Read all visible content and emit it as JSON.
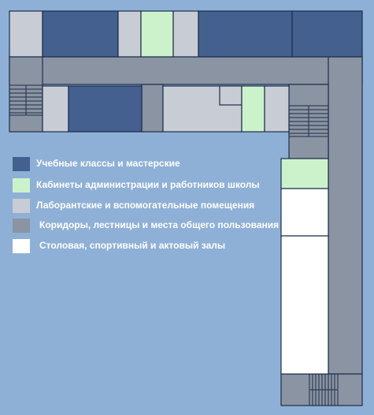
{
  "colors": {
    "background": "#8fb0d6",
    "classrooms": "#43608f",
    "admin": "#ccf2cc",
    "lab": "#c8ccd4",
    "corridor": "#8a94a2",
    "hall": "#ffffff",
    "outline": "#1e2d4a"
  },
  "legend": [
    {
      "key": "classrooms",
      "label": "Учебные классы  и мастерские"
    },
    {
      "key": "admin",
      "label": "Кабинеты администрации и работников школы"
    },
    {
      "key": "lab",
      "label": "Лаборантские и вспомогательные помещения"
    },
    {
      "key": "corridor",
      "label": "Коридоры, лестницы и места общего пользования"
    },
    {
      "key": "hall",
      "label": "Столовая, спортивный и актовый залы"
    }
  ]
}
